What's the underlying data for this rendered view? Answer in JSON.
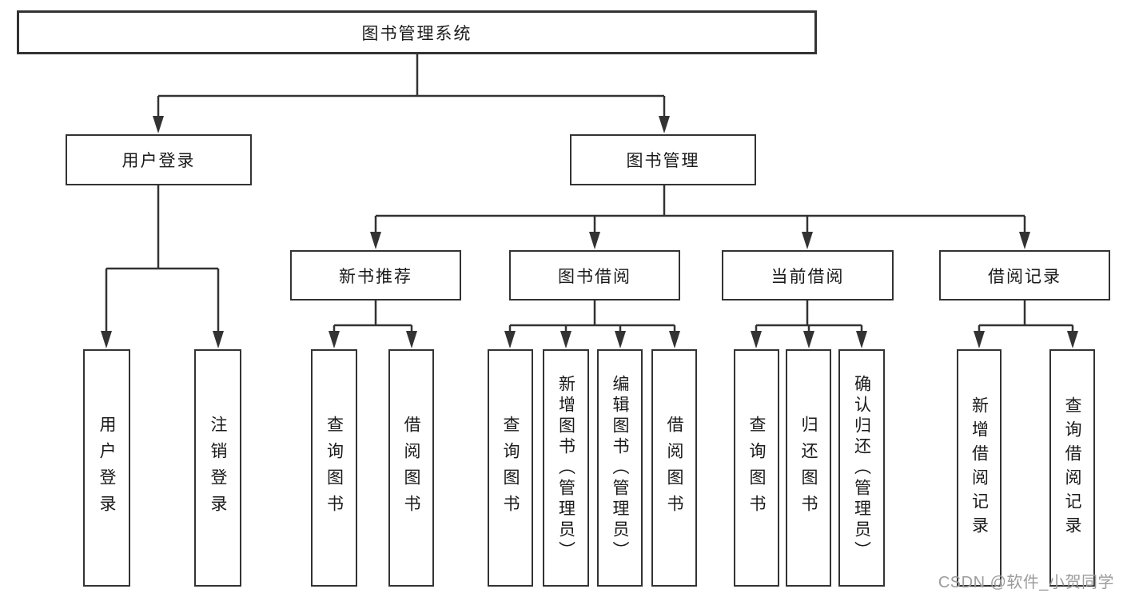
{
  "diagram": {
    "root": {
      "label": "图书管理系统"
    },
    "branches": [
      {
        "label": "用户登录",
        "children": [
          {
            "label": "用户登录"
          },
          {
            "label": "注销登录"
          }
        ]
      },
      {
        "label": "图书管理",
        "groups": [
          {
            "label": "新书推荐",
            "children": [
              {
                "label": "查询图书"
              },
              {
                "label": "借阅图书"
              }
            ]
          },
          {
            "label": "图书借阅",
            "children": [
              {
                "label": "查询图书"
              },
              {
                "label": "新增图书（管理员）"
              },
              {
                "label": "编辑图书（管理员）"
              },
              {
                "label": "借阅图书"
              }
            ]
          },
          {
            "label": "当前借阅",
            "children": [
              {
                "label": "查询图书"
              },
              {
                "label": "归还图书"
              },
              {
                "label": "确认归还（管理员）"
              }
            ]
          },
          {
            "label": "借阅记录",
            "children": [
              {
                "label": "新增借阅记录"
              },
              {
                "label": "查询借阅记录"
              }
            ]
          }
        ]
      }
    ]
  },
  "watermark": {
    "text": "CSDN @软件_小贺同学"
  },
  "colors": {
    "line": "#333333",
    "box_border": "#333333",
    "text": "#1a1a1a",
    "watermark": "#9c9c9c",
    "background": "#ffffff"
  }
}
